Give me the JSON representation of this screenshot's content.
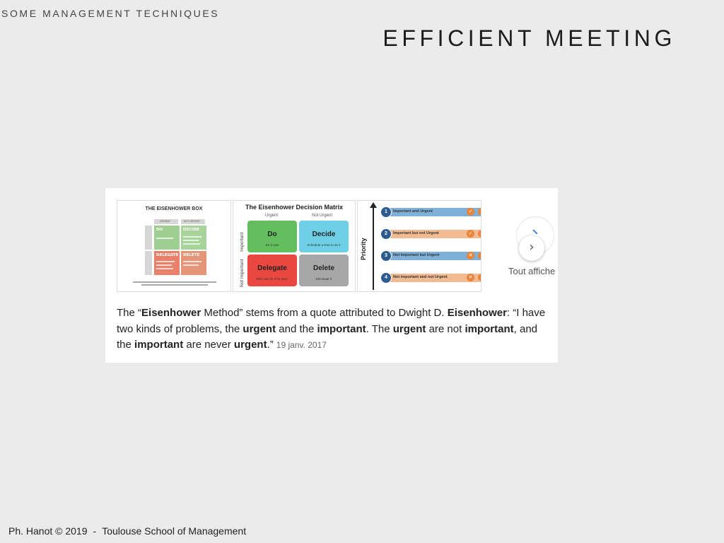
{
  "slide": {
    "section_title": "SOME MANAGEMENT TECHNIQUES",
    "title": "EFFICIENT MEETING",
    "footer": {
      "author": "Ph. Hanot © 2019",
      "separator": "-",
      "school": "Toulouse School of Management"
    }
  },
  "card": {
    "thumbnails": {
      "box": {
        "title": "THE EISENHOWER BOX",
        "col_labels": [
          "URGENT",
          "NOT URGENT"
        ],
        "cells": [
          "DO",
          "DECIDE",
          "DELEGATE",
          "DELETE"
        ],
        "colors": {
          "do": "#9fce93",
          "decide": "#a8d49c",
          "delegate": "#e9806a",
          "delete": "#e59679"
        }
      },
      "matrix": {
        "title": "The Eisenhower Decision Matrix",
        "col_labels": [
          "Urgent",
          "Not Urgent"
        ],
        "row_labels": [
          "Important",
          "Not Important"
        ],
        "cells": [
          {
            "label": "Do",
            "sub": "Do it now",
            "color": "#63bf5e"
          },
          {
            "label": "Decide",
            "sub": "Schedule a time to do it",
            "color": "#6dd0e6"
          },
          {
            "label": "Delegate",
            "sub": "Who can do it for you?",
            "color": "#e9473f"
          },
          {
            "label": "Delete",
            "sub": "Eliminate it",
            "color": "#a7a7a7"
          }
        ]
      },
      "priority": {
        "axis_label": "Priority",
        "items": [
          {
            "num": "1",
            "text": "Important and Urgent",
            "bar_color": "#7eb0d8",
            "mark": "✓",
            "mark_color": "#e8853a"
          },
          {
            "num": "2",
            "text": "Important but not Urgent",
            "bar_color": "#f2bb92",
            "mark": "✓",
            "mark_color": "#e8853a"
          },
          {
            "num": "3",
            "text": "Not Important but Urgent",
            "bar_color": "#7eb0d8",
            "mark": "✕",
            "mark_color": "#e8853a"
          },
          {
            "num": "4",
            "text": "Not Important and not Urgent",
            "bar_color": "#f2bb92",
            "mark": "✕",
            "mark_color": "#e8853a"
          }
        ]
      }
    },
    "show_all": {
      "label": "Tout affiche",
      "next_icon": "chevron-right-icon"
    },
    "quote": {
      "p1": "The “",
      "b1": "Eisenhower",
      "p2": " Method” stems from a quote attributed to Dwight D. ",
      "b2": "Eisenhower",
      "p3": ": “I have two kinds of problems, the ",
      "b3": "urgent",
      "p4": " and the ",
      "b4": "important",
      "p5": ". The ",
      "b5": "urgent",
      "p6": " are not ",
      "b6": "important",
      "p7": ", and the ",
      "b7": "important",
      "p8": " are never ",
      "b8": "urgent",
      "p9": ".”",
      "date": "19 janv. 2017"
    }
  }
}
